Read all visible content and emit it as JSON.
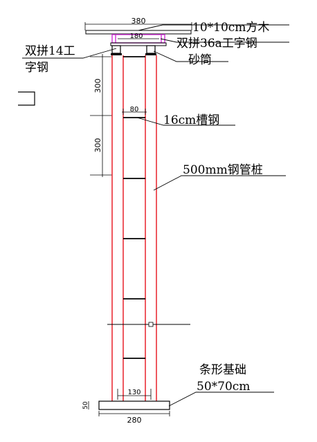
{
  "labels": {
    "timber": "10*10cm方木",
    "i36": "双拼36a工字钢",
    "i14_line1": "双拼14工",
    "i14_line2": "字钢",
    "sand": "砂筒",
    "channel": "16cm槽钢",
    "pile": "500mm钢管桩",
    "footing_line1": "条形基础",
    "footing_line2": "50*70cm"
  },
  "dims": {
    "top_width": "380",
    "beam_width": "180",
    "channel_width": "80",
    "spacing_1": "300",
    "spacing_2": "300",
    "pile_spacing": "130",
    "footing_width": "280",
    "footing_height": "50"
  },
  "colors": {
    "pile": "#e8212a",
    "i_beam": "#d23fd8",
    "line": "#000000"
  }
}
